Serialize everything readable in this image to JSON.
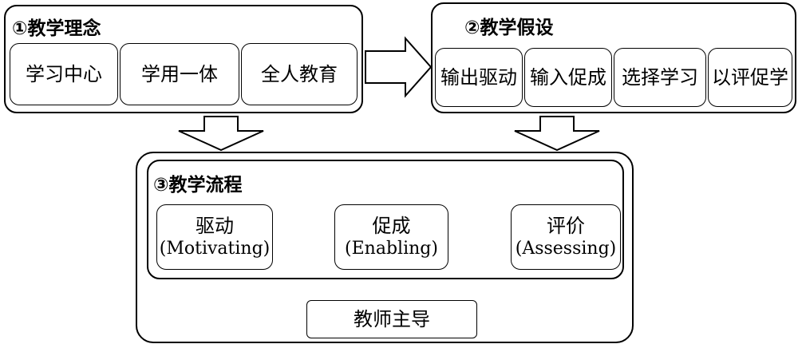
{
  "concept": {
    "title": "①教学理念",
    "items": [
      "学习中心",
      "学用一体",
      "全人教育"
    ]
  },
  "hypothesis": {
    "title": "②教学假设",
    "items": [
      "输出驱动",
      "输入促成",
      "选择学习",
      "以评促学"
    ]
  },
  "process": {
    "title": "③教学流程",
    "steps": [
      {
        "label": "驱动",
        "english": "(Motivating)"
      },
      {
        "label": "促成",
        "english": "(Enabling)"
      },
      {
        "label": "评价",
        "english": "(Assessing)"
      }
    ]
  },
  "teacher": {
    "label": "教师主导"
  }
}
